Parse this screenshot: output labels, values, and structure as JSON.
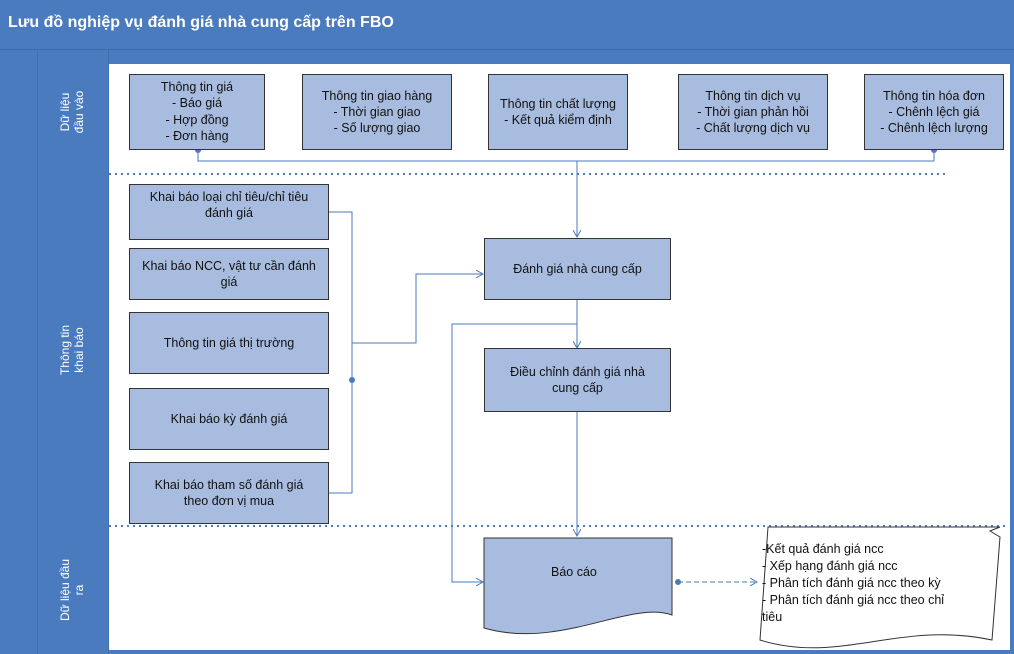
{
  "title": "Lưu đồ nghiệp vụ đánh giá nhà cung cấp trên FBO",
  "lanes": {
    "input": "Dữ liệu\nđầu vào",
    "declare": "Thông tin\nkhai báo",
    "output": "Dữ liệu đầu\nra"
  },
  "inputs": [
    "Thông tin giá\n- Báo giá\n- Hợp đồng\n- Đơn hàng",
    "Thông tin giao hàng\n- Thời gian giao\n- Số lượng giao",
    "Thông tin chất lượng\n- Kết quả kiểm định",
    "Thông tin dịch vụ\n- Thời gian phản hồi\n- Chất lượng dịch vụ",
    "Thông tin hóa đơn\n- Chênh lệch giá\n- Chênh lệch lượng"
  ],
  "declarations": [
    "Khai báo loại chỉ tiêu/chỉ tiêu\nđánh giá",
    "Khai báo NCC, vật tư cần đánh\ngiá",
    "Thông tin giá thị trường",
    "Khai báo kỳ đánh giá",
    "Khai báo tham số đánh giá\ntheo đơn vị mua"
  ],
  "process": {
    "evaluate": "Đánh giá nhà cung cấp",
    "adjust": "Điều chỉnh đánh giá nhà\ncung cấp",
    "report": "Báo cáo"
  },
  "outputs": "-Kết quả đánh giá ncc\n- Xếp hạng đánh giá ncc\n- Phân tích đánh giá ncc theo kỳ\n- Phân tích đánh giá ncc theo chỉ\ntiêu",
  "colors": {
    "lane_blue": "#4a7bbf",
    "box_fill": "#a8bcdf",
    "connector": "#4a7bbf"
  }
}
